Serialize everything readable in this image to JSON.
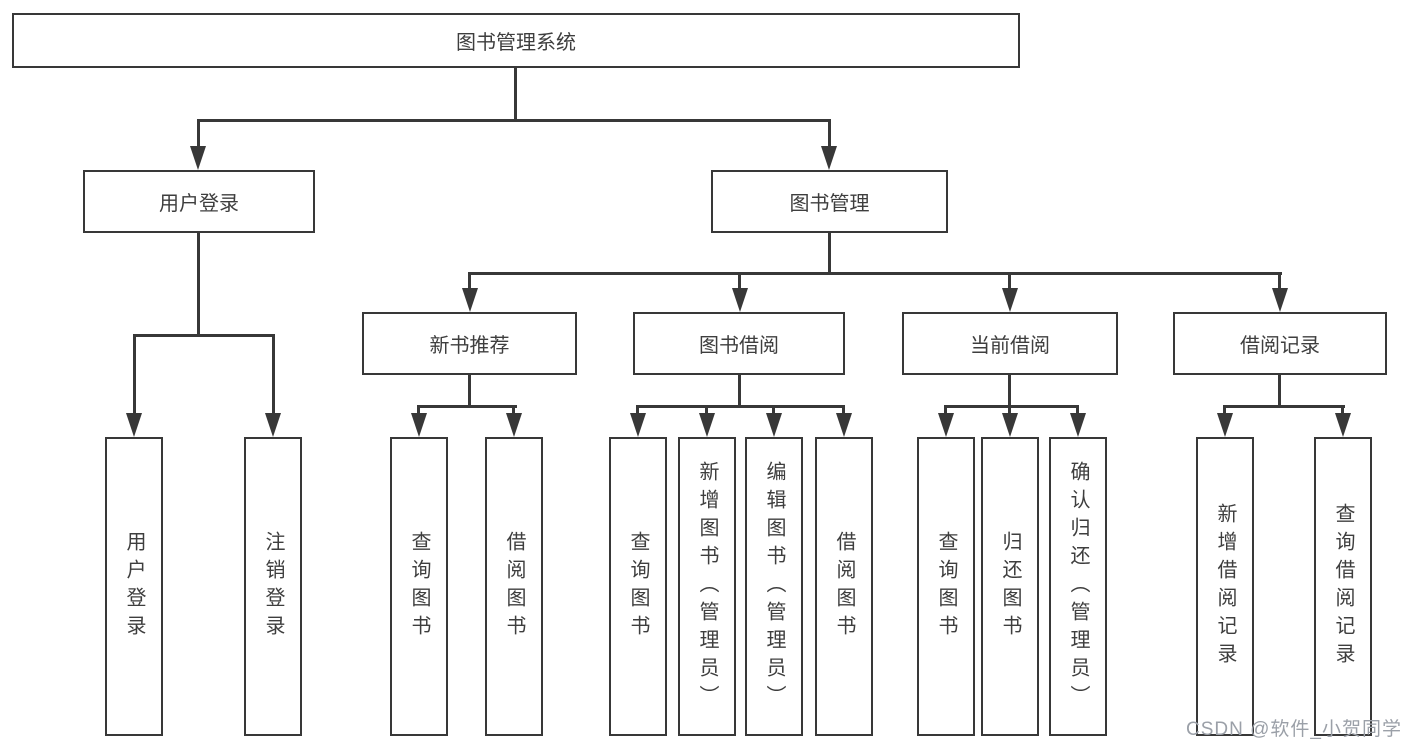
{
  "tree": {
    "label": "图书管理系统",
    "children": [
      {
        "label": "用户登录",
        "children": [
          {
            "label": "用户登录"
          },
          {
            "label": "注销登录"
          }
        ]
      },
      {
        "label": "图书管理",
        "children": [
          {
            "label": "新书推荐",
            "children": [
              {
                "label": "查询图书"
              },
              {
                "label": "借阅图书"
              }
            ]
          },
          {
            "label": "图书借阅",
            "children": [
              {
                "label": "查询图书"
              },
              {
                "label": "新增图书（管理员）"
              },
              {
                "label": "编辑图书（管理员）"
              },
              {
                "label": "借阅图书"
              }
            ]
          },
          {
            "label": "当前借阅",
            "children": [
              {
                "label": "查询图书"
              },
              {
                "label": "归还图书"
              },
              {
                "label": "确认归还（管理员）"
              }
            ]
          },
          {
            "label": "借阅记录",
            "children": [
              {
                "label": "新增借阅记录"
              },
              {
                "label": "查询借阅记录"
              }
            ]
          }
        ]
      }
    ]
  },
  "watermark": {
    "text": "CSDN @软件_小贺同学"
  },
  "colors": {
    "line": "#383838",
    "text": "#3e3e3e",
    "box_background": "#ffffff",
    "page_background": "#ffffff",
    "watermark": "#9ba0a8"
  }
}
